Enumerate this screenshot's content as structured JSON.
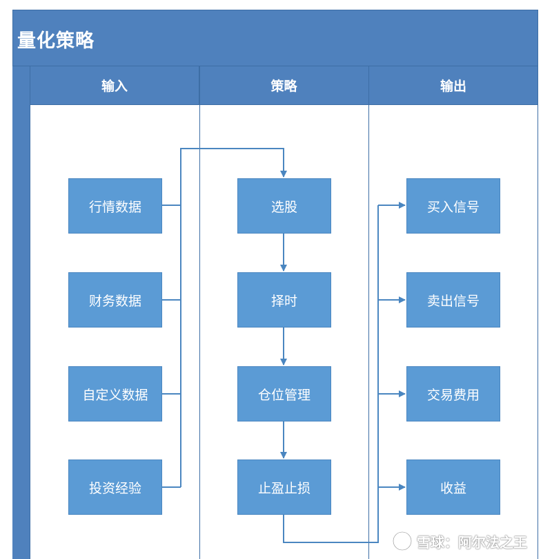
{
  "title": "量化策略",
  "lanes": [
    "输入",
    "策略",
    "输出"
  ],
  "input_boxes": [
    "行情数据",
    "财务数据",
    "自定义数据",
    "投资经验"
  ],
  "strategy_boxes": [
    "选股",
    "择时",
    "仓位管理",
    "止盈止损"
  ],
  "output_boxes": [
    "买入信号",
    "卖出信号",
    "交易费用",
    "收益"
  ],
  "watermark": "雪球：阿尔法之王",
  "colors": {
    "header": "#4f81bd",
    "box": "#5b9bd5",
    "line": "#4a86c0"
  }
}
